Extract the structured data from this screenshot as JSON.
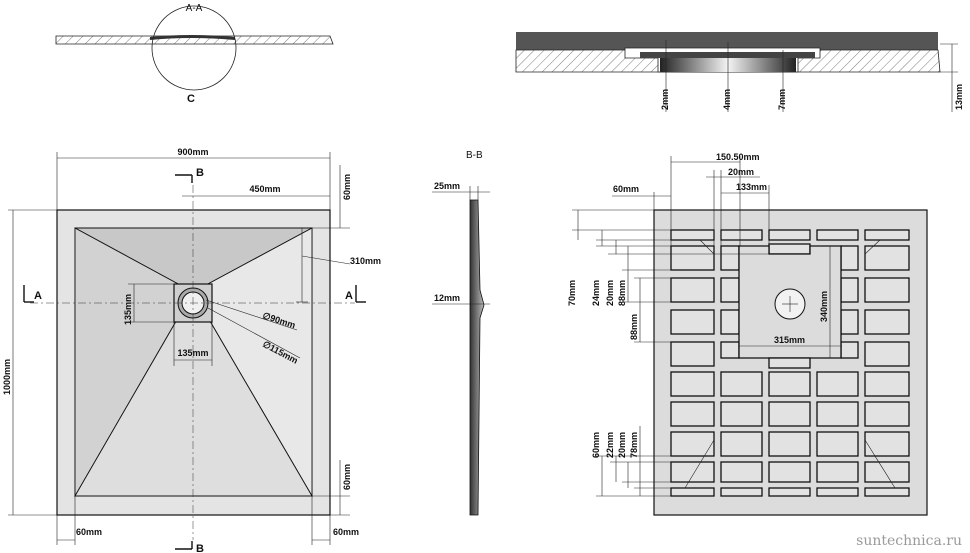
{
  "section_aa": {
    "label": "A-A",
    "detail": "C"
  },
  "section_bb": {
    "label": "B-B"
  },
  "side_view": {
    "thick_dim": "25mm",
    "thin_dim": "12mm"
  },
  "detail_c": {
    "dims": [
      "2mm",
      "4mm",
      "7mm",
      "13mm"
    ]
  },
  "top_view": {
    "width": "900mm",
    "height": "1000mm",
    "drain_offset": "450mm",
    "border_top": "60mm",
    "border_bottom": "60mm",
    "border_left": "60mm",
    "border_right": "60mm",
    "slope_depth": "310mm",
    "drain_box_w": "135mm",
    "drain_box_h": "135mm",
    "drain_d1": "∅90mm",
    "drain_d2": "∅115mm",
    "cut_a_left": "A",
    "cut_a_right": "A",
    "cut_b_top": "B",
    "cut_b_bottom": "B"
  },
  "bottom_view": {
    "top_dims": [
      "150.50mm",
      "20mm",
      "133mm",
      "60mm"
    ],
    "left_dims_top": [
      "70mm",
      "24mm",
      "20mm",
      "88mm",
      "88mm"
    ],
    "center_w": "315mm",
    "center_h": "340mm",
    "left_dims_bottom": [
      "60mm",
      "22mm",
      "20mm",
      "78mm"
    ]
  },
  "watermark": "suntechnica.ru"
}
